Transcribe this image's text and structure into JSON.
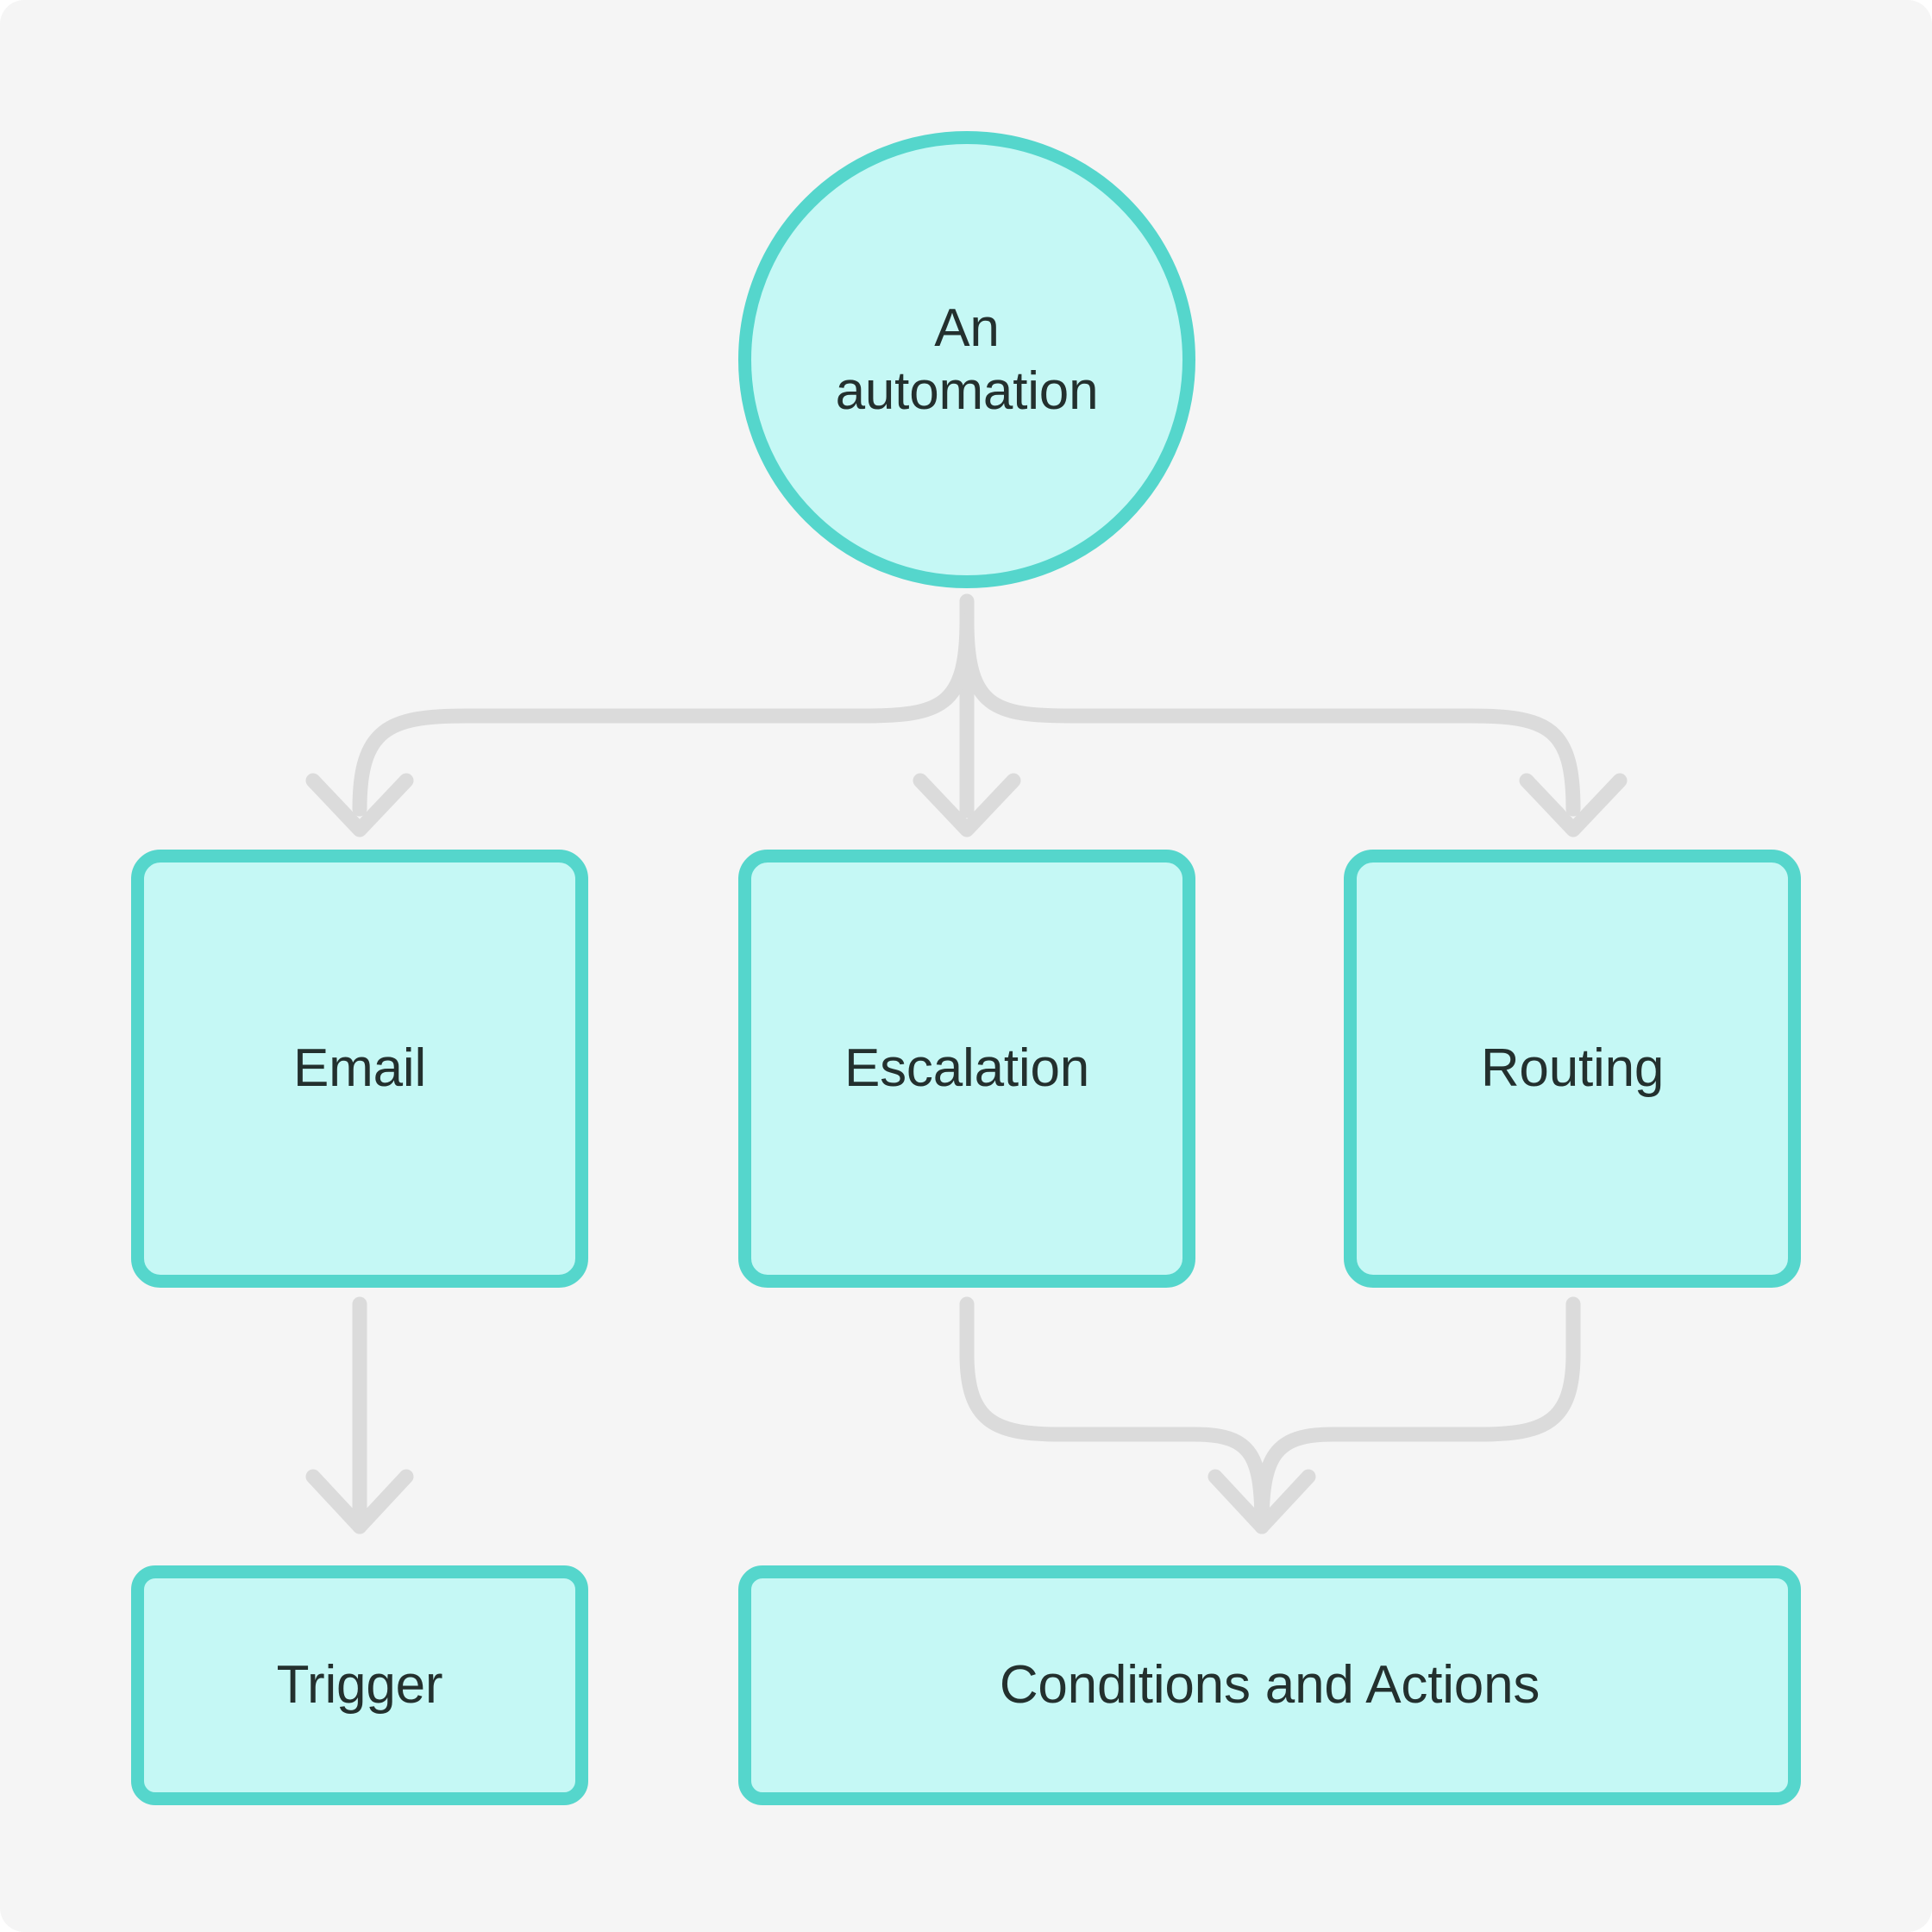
{
  "diagram": {
    "background_color": "#f5f5f5",
    "node_fill_color": "#c5f8f5",
    "node_border_color": "#55d6cc",
    "edge_color": "#dbdbdb",
    "label_color": "#23302e",
    "nodes": {
      "root": {
        "label": "An\nautomation",
        "shape": "circle"
      },
      "email": {
        "label": "Email",
        "shape": "rounded-square"
      },
      "escalation": {
        "label": "Escalation",
        "shape": "rounded-square"
      },
      "routing": {
        "label": "Routing",
        "shape": "rounded-square"
      },
      "trigger": {
        "label": "Trigger",
        "shape": "rounded-rect"
      },
      "conditions": {
        "label": "Conditions and Actions",
        "shape": "rounded-rect"
      }
    },
    "edges": [
      {
        "from": "root",
        "to": "email"
      },
      {
        "from": "root",
        "to": "escalation"
      },
      {
        "from": "root",
        "to": "routing"
      },
      {
        "from": "email",
        "to": "trigger"
      },
      {
        "from": "escalation",
        "to": "conditions"
      },
      {
        "from": "routing",
        "to": "conditions"
      }
    ]
  }
}
